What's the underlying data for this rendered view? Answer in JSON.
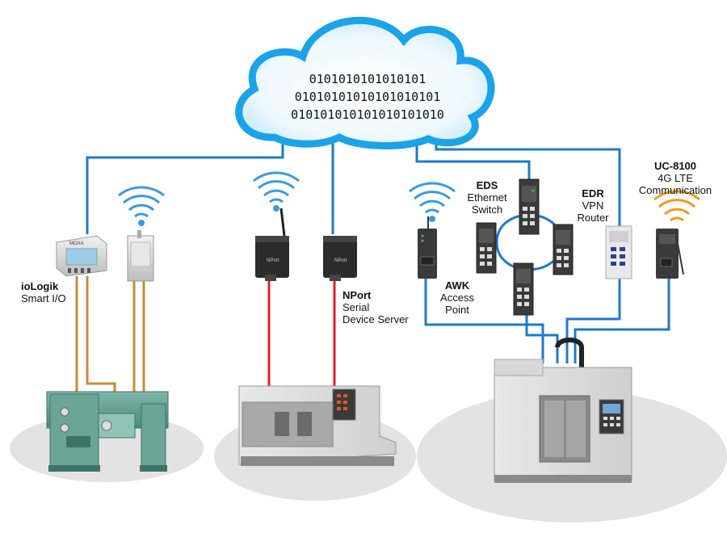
{
  "cloud": {
    "binary_lines": [
      "0101010101010101",
      "01010101010101010101",
      "010101010101010101010"
    ]
  },
  "labels": {
    "iologik": {
      "name": "ioLogik",
      "desc": "Smart I/O"
    },
    "nport": {
      "name": "NPort",
      "line1": "Serial",
      "line2": "Device Server"
    },
    "awk": {
      "name": "AWK",
      "line1": "Access",
      "line2": "Point"
    },
    "eds": {
      "name": "EDS",
      "line1": "Ethernet",
      "line2": "Switch"
    },
    "edr": {
      "name": "EDR",
      "line1": "VPN",
      "line2": "Router"
    },
    "uc": {
      "name": "UC-8100",
      "line1": "4G LTE",
      "line2": "Communication"
    }
  },
  "device_brand": "MOXA",
  "nport_face": "NPort",
  "colors": {
    "cloud_blue": "#1aa3e8",
    "ethernet_blue": "#1c79d2",
    "serial_red": "#e0212a",
    "io_orange": "#c88a3a",
    "wifi_blue": "#3a9be0",
    "lte_orange": "#f39a1e"
  }
}
